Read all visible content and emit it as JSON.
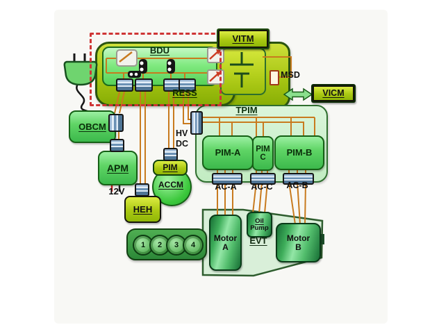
{
  "battery": {
    "bdu": "BDU",
    "ress": "RESS",
    "vitm": "VITM",
    "msd": "MSD",
    "vicm": "VICM"
  },
  "accessories": {
    "obcm": "OBCM",
    "apm": "APM",
    "aux_out": "12V",
    "pim": "PIM",
    "accm": "ACCM",
    "heh": "HEH"
  },
  "tpim": {
    "title": "TPIM",
    "hv": "HV",
    "dc": "DC",
    "pim_a": "PIM-A",
    "pim_c_top": "PIM",
    "pim_c_bottom": "C",
    "pim_b": "PIM-B",
    "ac_a": "AC-A",
    "ac_c": "AC-C",
    "ac_b": "AC-B"
  },
  "drivetrain": {
    "evt": "EVT",
    "motor_a_top": "Motor",
    "motor_a_bottom": "A",
    "motor_b_top": "Motor",
    "motor_b_bottom": "B",
    "oil_pump_top": "Oil",
    "oil_pump_bottom": "Pump",
    "cylinders": [
      "1",
      "2",
      "3",
      "4"
    ]
  },
  "icons": {
    "charge_plug": "plug-icon",
    "capacitor": "capacitor-icon",
    "contactor": "contactor-icon",
    "fuse": "fuse-icon",
    "bidirectional_arrow": "double-arrow-icon"
  },
  "colors": {
    "lime": "#a9c714",
    "component_green": "#55cd55",
    "wire_orange": "#c87a1e",
    "highlight_red": "#cf3535",
    "connector_blue": "#7fa8cc",
    "background": "#ffffff"
  }
}
